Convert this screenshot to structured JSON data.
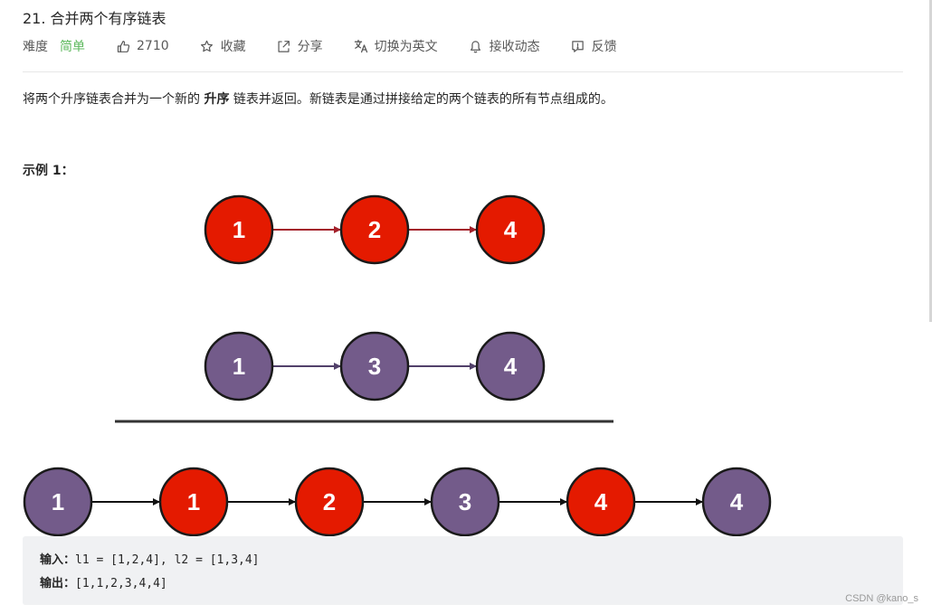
{
  "problem": {
    "title": "21. 合并两个有序链表"
  },
  "meta": {
    "difficulty_label": "难度",
    "difficulty_value": "简单",
    "likes": "2710",
    "favorite_label": "收藏",
    "share_label": "分享",
    "translate_label": "切换为英文",
    "notify_label": "接收动态",
    "feedback_label": "反馈"
  },
  "description": {
    "before": "将两个升序链表合并为一个新的 ",
    "bold": "升序",
    "after": " 链表并返回。新链表是通过拼接给定的两个链表的所有节点组成的。"
  },
  "example": {
    "title": "示例 1：",
    "input_label": "输入：",
    "input_value": "l1 = [1,2,4], l2 = [1,3,4]",
    "output_label": "输出：",
    "output_value": "[1,1,2,3,4,4]"
  },
  "diagram": {
    "list1": [
      "1",
      "2",
      "4"
    ],
    "list2": [
      "1",
      "3",
      "4"
    ],
    "merged": [
      {
        "value": "1",
        "source": "list2"
      },
      {
        "value": "1",
        "source": "list1"
      },
      {
        "value": "2",
        "source": "list1"
      },
      {
        "value": "3",
        "source": "list2"
      },
      {
        "value": "4",
        "source": "list1"
      },
      {
        "value": "4",
        "source": "list2"
      }
    ],
    "colors": {
      "list1_fill": "#e41a00",
      "list1_arrow": "#a3202a",
      "list2_fill": "#735b8a",
      "list2_arrow": "#51406a",
      "merged_arrow": "#111111",
      "node_stroke": "#1a1a1a",
      "node_text": "#ffffff"
    }
  },
  "watermark": "CSDN @kano_s",
  "icons": {
    "likes": "thumbs-up-icon",
    "favorite": "star-icon",
    "share": "share-icon",
    "translate": "translate-icon",
    "notify": "bell-icon",
    "feedback": "feedback-icon"
  }
}
